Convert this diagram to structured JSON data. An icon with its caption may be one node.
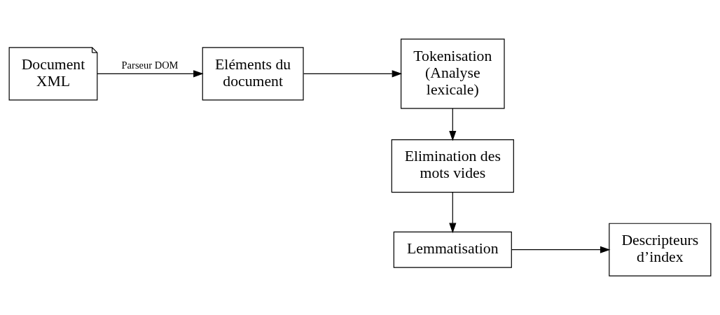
{
  "diagram": {
    "nodes": [
      {
        "text": [
          "Document XML"
        ]
      },
      {
        "text": [
          "Eléments du document"
        ]
      },
      {
        "text": [
          "Tokenisation (Analyse lexicale)"
        ]
      },
      {
        "text": [
          "Elimination des mots vides"
        ]
      },
      {
        "text": [
          "Lemmatisation"
        ]
      },
      {
        "text": [
          "Descripteurs d’index"
        ]
      }
    ],
    "edges": [
      {
        "from": 0,
        "to": 1,
        "arrow": "to",
        "label": "Parseur DOM"
      },
      {
        "from": 1,
        "to": 2,
        "arrow": "to"
      },
      {
        "from": 2,
        "to": 3,
        "arrow": "to"
      },
      {
        "from": 3,
        "to": 4,
        "arrow": "to"
      },
      {
        "from": 4,
        "to": 5,
        "arrow": "to"
      }
    ]
  }
}
